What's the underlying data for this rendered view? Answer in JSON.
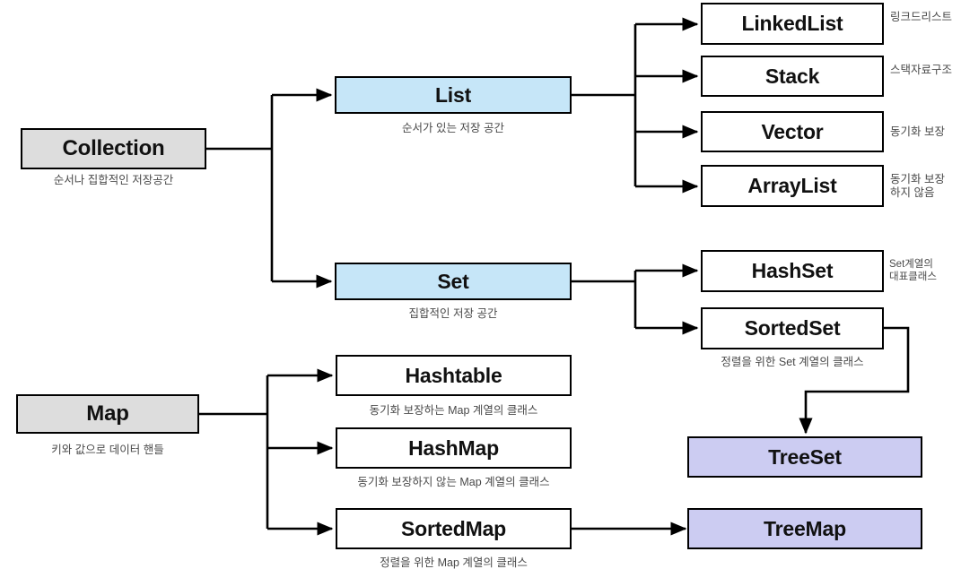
{
  "diagram": {
    "title": "Java Collection Framework hierarchy",
    "colors": {
      "root_fill": "#dddddd",
      "interface_fill": "#c6e6f8",
      "impl_fill": "#ffffff",
      "tree_fill": "#ccccf2",
      "stroke": "#000000",
      "caption_text": "#4a4a4a"
    },
    "nodes": [
      {
        "id": "collection",
        "label": "Collection",
        "caption": "순서나 집합적인 저장공간",
        "caption_align": "center"
      },
      {
        "id": "list",
        "label": "List",
        "caption": "순서가 있는 저장 공간",
        "caption_align": "center"
      },
      {
        "id": "set",
        "label": "Set",
        "caption": "집합적인 저장 공간",
        "caption_align": "center"
      },
      {
        "id": "linkedlist",
        "label": "LinkedList",
        "caption": "링크드리스트",
        "caption_align": "left"
      },
      {
        "id": "stack",
        "label": "Stack",
        "caption": "스택자료구조",
        "caption_align": "left"
      },
      {
        "id": "vector",
        "label": "Vector",
        "caption": "동기화 보장",
        "caption_align": "left"
      },
      {
        "id": "arraylist",
        "label": "ArrayList",
        "caption": "동기화 보장\n하지 않음",
        "caption_align": "left"
      },
      {
        "id": "hashset",
        "label": "HashSet",
        "caption": "Set계열의\n대표클래스",
        "caption_align": "left"
      },
      {
        "id": "sortedset",
        "label": "SortedSet",
        "caption": "정렬을 위한 Set 계열의 클래스",
        "caption_align": "center"
      },
      {
        "id": "map",
        "label": "Map",
        "caption": "키와 값으로 데이터 핸들",
        "caption_align": "center"
      },
      {
        "id": "hashtable",
        "label": "Hashtable",
        "caption": "동기화 보장하는 Map 계열의 클래스",
        "caption_align": "center"
      },
      {
        "id": "hashmap",
        "label": "HashMap",
        "caption": "동기화 보장하지 않는 Map 계열의 클래스",
        "caption_align": "center"
      },
      {
        "id": "sortedmap",
        "label": "SortedMap",
        "caption": "정렬을 위한 Map 계열의 클래스",
        "caption_align": "center"
      },
      {
        "id": "treeset",
        "label": "TreeSet",
        "caption": "",
        "caption_align": "center"
      },
      {
        "id": "treemap",
        "label": "TreeMap",
        "caption": "",
        "caption_align": "center"
      }
    ],
    "edges": [
      {
        "from": "collection",
        "to": "list"
      },
      {
        "from": "collection",
        "to": "set"
      },
      {
        "from": "list",
        "to": "linkedlist"
      },
      {
        "from": "list",
        "to": "stack"
      },
      {
        "from": "list",
        "to": "vector"
      },
      {
        "from": "list",
        "to": "arraylist"
      },
      {
        "from": "set",
        "to": "hashset"
      },
      {
        "from": "set",
        "to": "sortedset"
      },
      {
        "from": "sortedset",
        "to": "treeset"
      },
      {
        "from": "map",
        "to": "hashtable"
      },
      {
        "from": "map",
        "to": "hashmap"
      },
      {
        "from": "map",
        "to": "sortedmap"
      },
      {
        "from": "sortedmap",
        "to": "treemap"
      }
    ]
  }
}
